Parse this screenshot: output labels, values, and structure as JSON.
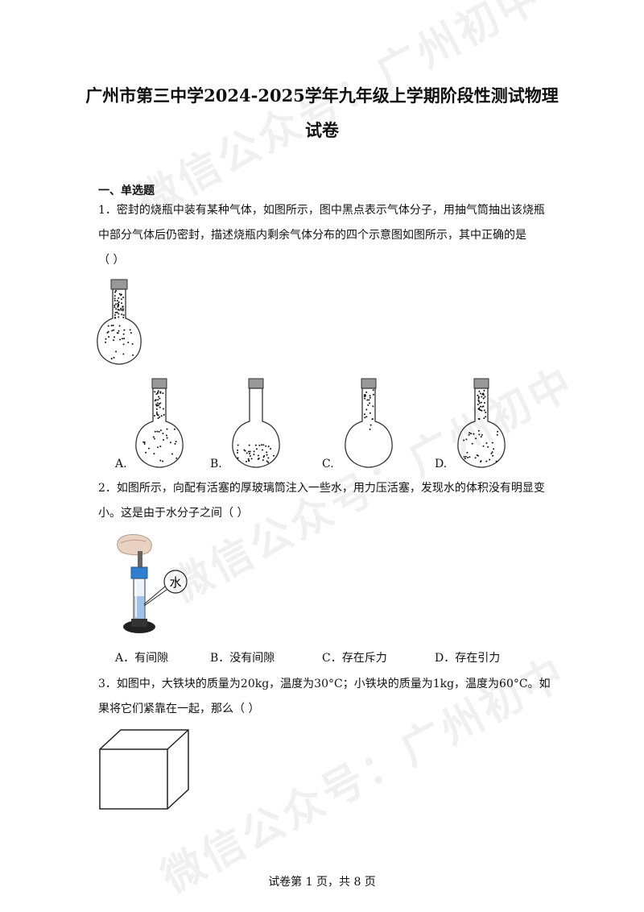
{
  "title": {
    "line1": "广州市第三中学2024-2025学年九年级上学期阶段性测试物理",
    "line2": "试卷"
  },
  "section": "一、单选题",
  "q1": {
    "line1": "1．密封的烧瓶中装有某种气体，如图所示，图中黑点表示气体分子，用抽气筒抽出该烧瓶",
    "line2": "中部分气体后仍密封，描述烧瓶内剩余气体分布的四个示意图如图所示，其中正确的是",
    "line3": "（    ）",
    "options": [
      "A.",
      "B.",
      "C.",
      "D."
    ]
  },
  "q2": {
    "line1": "2．如图所示，向配有活塞的厚玻璃筒注入一些水，用力压活塞，发现水的体积没有明显变",
    "line2": "小。这是由于水分子之间（    ）",
    "callout": "水",
    "options": [
      "A．有间隙",
      "B．没有间隙",
      "C．存在斥力",
      "D．存在引力"
    ]
  },
  "q3": {
    "line1": "3．如图中，大铁块的质量为20kg，温度为30°C；小铁块的质量为1kg，温度为60°C。如",
    "line2": "果将它们紧靠在一起，那么（      ）"
  },
  "footer": "试卷第 1 页，共 8 页",
  "watermark": "微信公众号：广州初中"
}
